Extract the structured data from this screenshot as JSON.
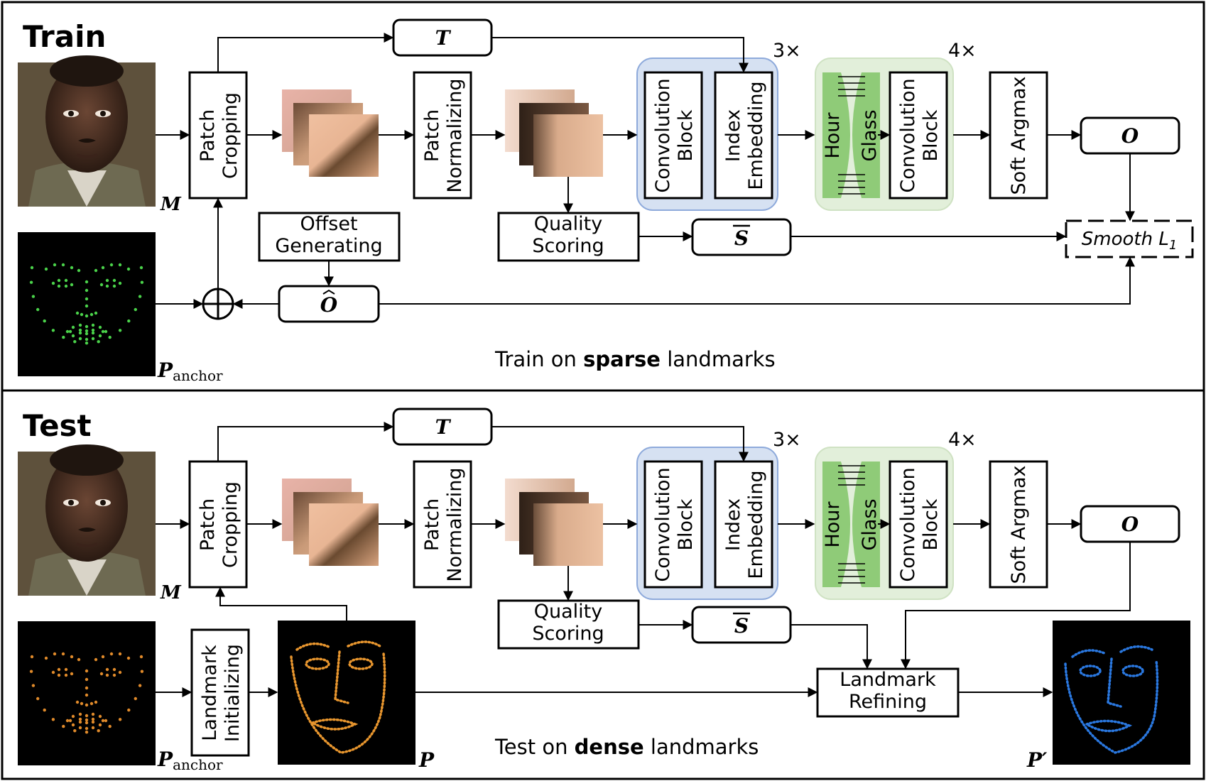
{
  "train": {
    "title": "Train",
    "footer_prefix": "Train on ",
    "footer_bold": "sparse",
    "footer_suffix": " landmarks",
    "image_label": "M",
    "anchor_label_main": "P",
    "anchor_label_sub": "anchor",
    "patch_cropping": [
      "Patch",
      "Cropping"
    ],
    "patch_normalizing": [
      "Patch",
      "Normalizing"
    ],
    "offset_generating": [
      "Offset",
      "Generating"
    ],
    "quality_scoring": [
      "Quality",
      "Scoring"
    ],
    "t_label": "T",
    "s_label": "S",
    "o_label": "O",
    "o_hat_label": "O",
    "conv_block": [
      "Convolution",
      "Block"
    ],
    "index_embedding": [
      "Index",
      "Embedding"
    ],
    "hour": "Hour",
    "glass": "Glass",
    "soft_argmax": "Soft Argmax",
    "rep3": "3×",
    "rep4": "4×",
    "smooth_l1_main": "Smooth L",
    "smooth_l1_sub": "1"
  },
  "test": {
    "title": "Test",
    "footer_prefix": "Test on ",
    "footer_bold": "dense",
    "footer_suffix": " landmarks",
    "image_label": "M",
    "anchor_label_main": "P",
    "anchor_label_sub": "anchor",
    "p_label": "P",
    "p_prime_label": "P′",
    "patch_cropping": [
      "Patch",
      "Cropping"
    ],
    "patch_normalizing": [
      "Patch",
      "Normalizing"
    ],
    "quality_scoring": [
      "Quality",
      "Scoring"
    ],
    "landmark_initializing": [
      "Landmark",
      "Initializing"
    ],
    "landmark_refining": [
      "Landmark",
      "Refining"
    ],
    "t_label": "T",
    "s_label": "S",
    "o_label": "O",
    "conv_block": [
      "Convolution",
      "Block"
    ],
    "index_embedding": [
      "Index",
      "Embedding"
    ],
    "hour": "Hour",
    "glass": "Glass",
    "soft_argmax": "Soft Argmax",
    "rep3": "3×",
    "rep4": "4×"
  },
  "colors": {
    "border": "#000000",
    "blue_group_fill": "#d6e1f2",
    "blue_group_stroke": "#8eaadb",
    "green_group_fill": "#e2efda",
    "green_block": "#8fcb78",
    "sparse_dots_train": "#4ad24a",
    "sparse_dots_test": "#e08a2a",
    "dense_orange": "#e8962e",
    "dense_blue": "#2a78e0",
    "skin_light": "#e4b59a",
    "skin_dark": "#2f231c",
    "face_bg": "#5b4a36"
  }
}
